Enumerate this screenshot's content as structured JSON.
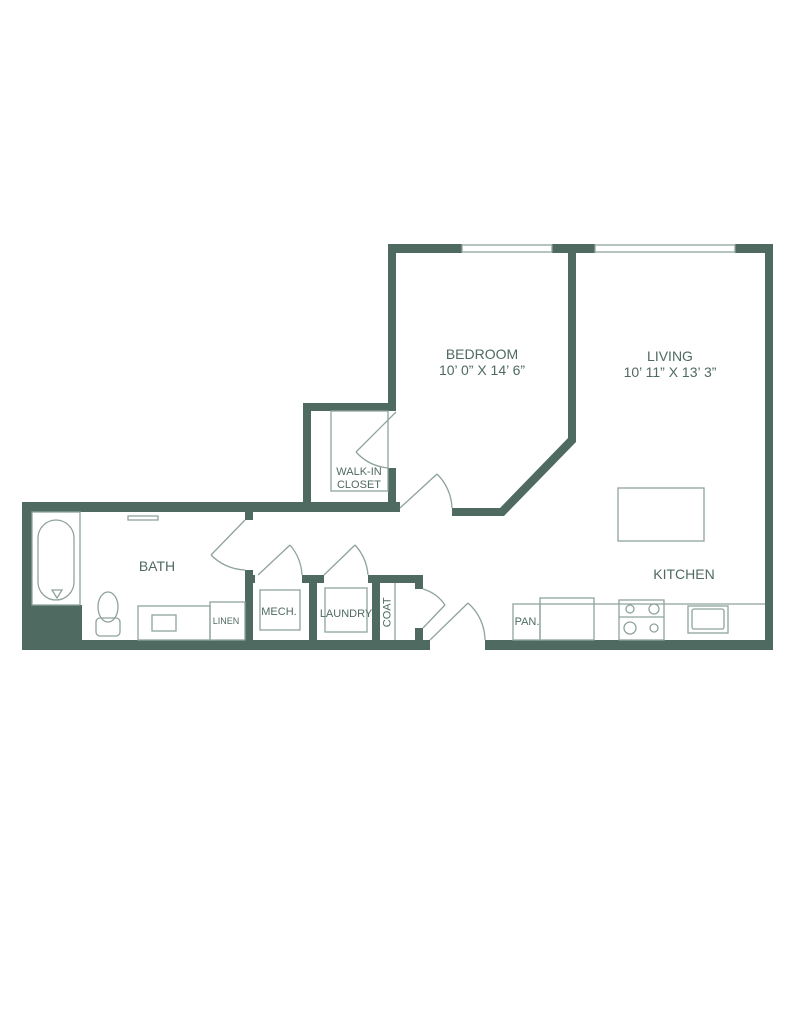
{
  "plan": {
    "wall_color": "#4f6a60",
    "rooms": {
      "bedroom": {
        "name": "BEDROOM",
        "size": "10’ 0” X 14’ 6”"
      },
      "living": {
        "name": "LIVING",
        "size": "10’ 11” X 13’ 3”"
      },
      "kitchen": {
        "name": "KITCHEN"
      },
      "bath": {
        "name": "BATH"
      },
      "walk_in_closet": {
        "line1": "WALK-IN",
        "line2": "CLOSET"
      },
      "mech": {
        "name": "MECH."
      },
      "laundry": {
        "name": "LAUNDRY"
      },
      "coat": {
        "name": "COAT"
      },
      "linen": {
        "name": "LINEN"
      },
      "pantry": {
        "name": "PAN."
      }
    }
  }
}
